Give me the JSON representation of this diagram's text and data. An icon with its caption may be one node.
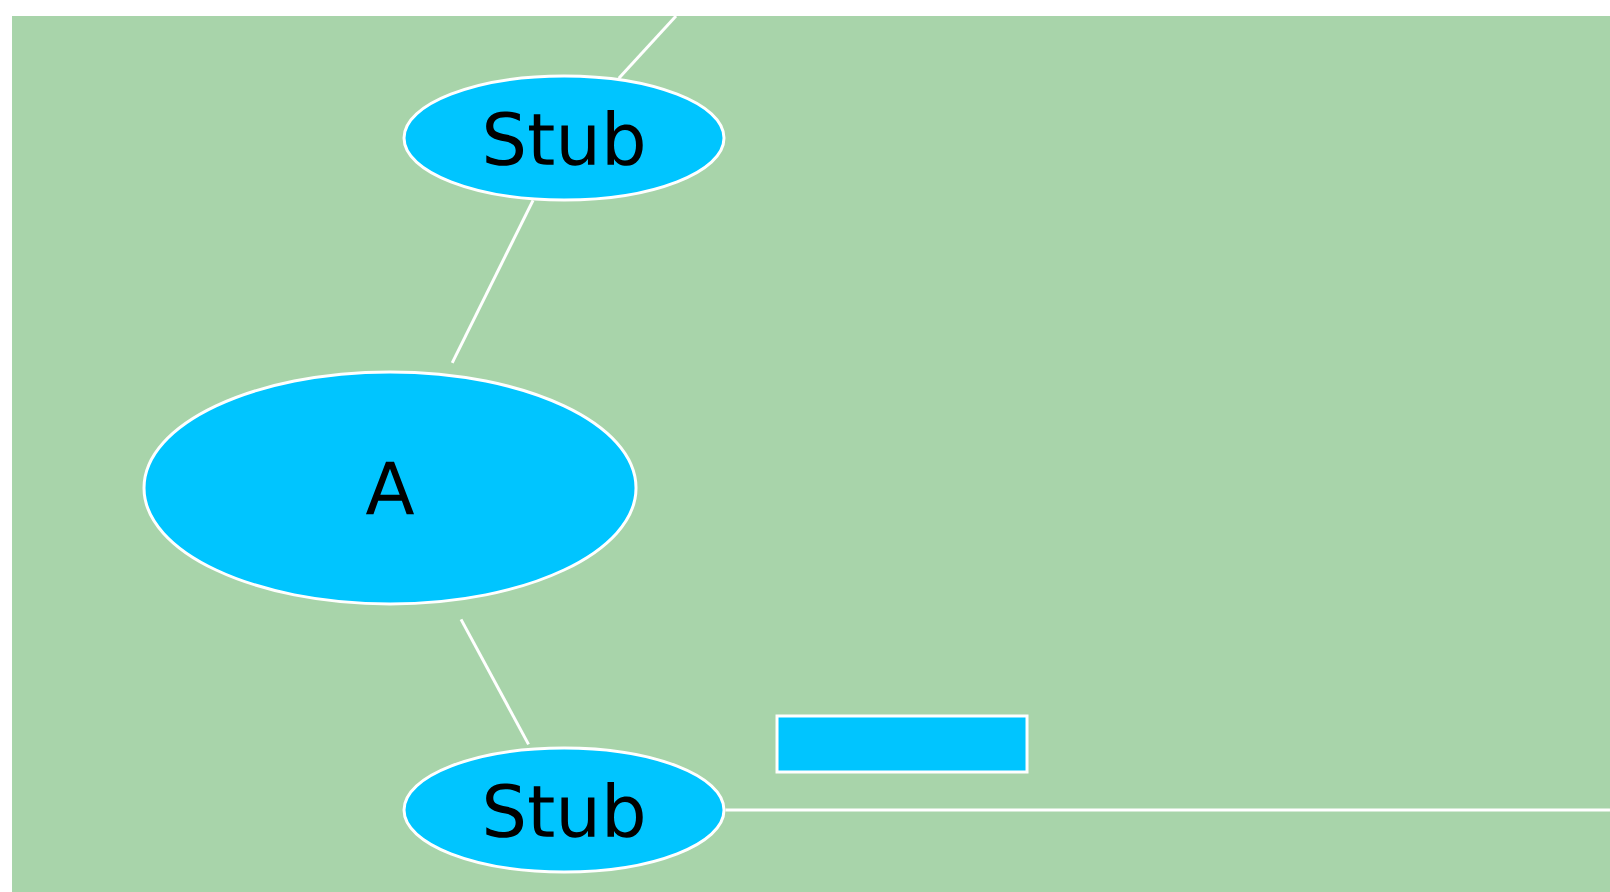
{
  "diagram": {
    "nodes": [
      {
        "text": [
          "Stub"
        ]
      },
      {
        "text": [
          "A"
        ]
      },
      {
        "text": [
          "Stub"
        ]
      },
      {
        "text": [],
        "shape": "box"
      }
    ],
    "edges": [
      {
        "from": null,
        "to": 0,
        "arrow": "none"
      },
      {
        "from": 1,
        "to": 0,
        "arrow": "none"
      },
      {
        "from": 1,
        "to": 2,
        "arrow": "none"
      },
      {
        "from": 2,
        "to": null,
        "arrow": "none"
      }
    ]
  }
}
